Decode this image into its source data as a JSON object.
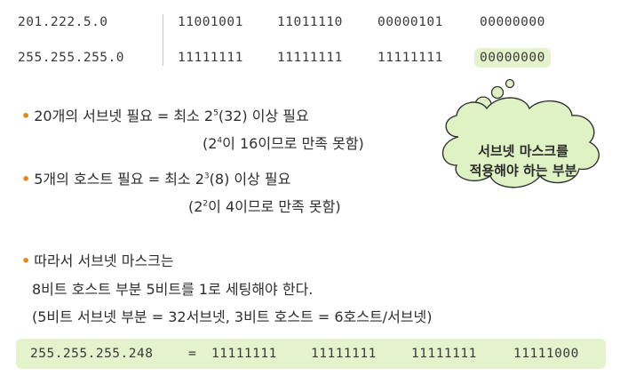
{
  "table": {
    "rows": [
      {
        "decimal": "201.222.5.0",
        "bits": [
          "11001001",
          "11011110",
          "00000101",
          "00000000"
        ]
      },
      {
        "decimal": "255.255.255.0",
        "bits": [
          "11111111",
          "11111111",
          "11111111",
          "00000000"
        ]
      }
    ]
  },
  "bullets": [
    {
      "line1": {
        "pre": "20개의 서브넷 필요 = 최소 2",
        "sup": "5",
        "post": "(32) 이상 필요"
      },
      "line2": {
        "pre": "(2",
        "sup": "4",
        "post": "이 16이므로 만족 못함)"
      }
    },
    {
      "line1": {
        "pre": "5개의 호스트 필요 = 최소 2",
        "sup": "3",
        "post": "(8) 이상 필요"
      },
      "line2": {
        "pre": "(2",
        "sup": "2",
        "post": "이 4이므로 만족 못함)"
      }
    },
    {
      "line1": "따라서 서브넷 마스크는",
      "line2": "8비트 호스트 부분 5비트를 1로 세팅해야 한다.",
      "line3": "(5비트 서브넷 부분 = 32서브넷, 3비트 호스트 = 6호스트/서브넷)"
    }
  ],
  "callout": {
    "line1": "서브넷 마스크를",
    "line2": "적용해야 하는 부분"
  },
  "result": {
    "decimal": "255.255.255.248",
    "equals": "=",
    "bits": [
      "11111111",
      "11111111",
      "11111111",
      "11111000"
    ]
  },
  "colors": {
    "highlight": "#e4f3cc",
    "bullet": "#e8851f",
    "callout_fill": "#dff2c4",
    "callout_stroke": "#333333"
  }
}
